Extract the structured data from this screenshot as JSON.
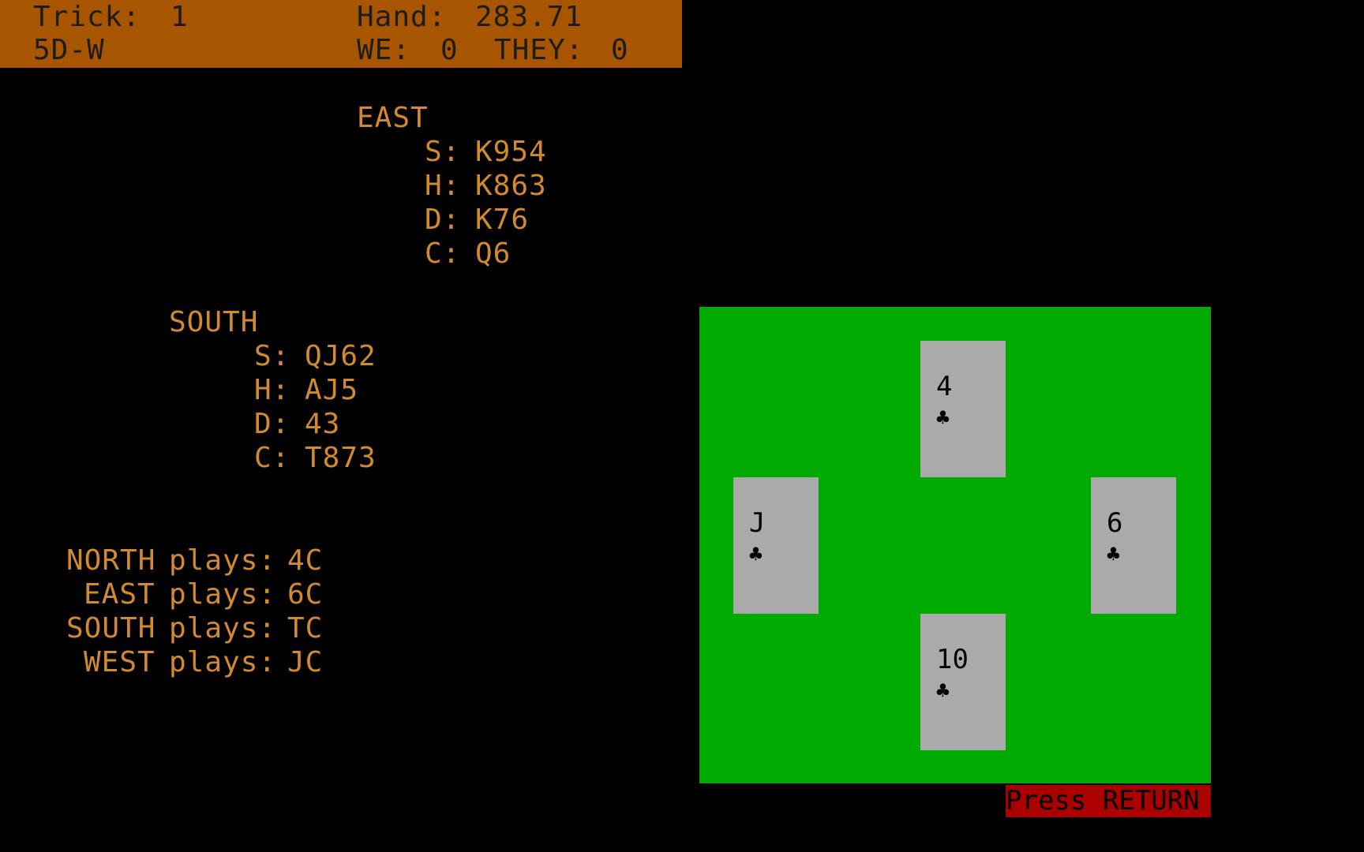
{
  "header": {
    "trick_label": "Trick:",
    "trick_value": "1",
    "contract": "5D-W",
    "hand_label": "Hand:",
    "hand_value": "283.71",
    "we_label": "WE:",
    "we_value": "0",
    "they_label": "THEY:",
    "they_value": "0"
  },
  "east": {
    "name": "EAST",
    "suits": [
      {
        "label": "S:",
        "cards": "K954"
      },
      {
        "label": "H:",
        "cards": "K863"
      },
      {
        "label": "D:",
        "cards": "K76"
      },
      {
        "label": "C:",
        "cards": "Q6"
      }
    ]
  },
  "south": {
    "name": "SOUTH",
    "suits": [
      {
        "label": "S:",
        "cards": "QJ62"
      },
      {
        "label": "H:",
        "cards": "AJ5"
      },
      {
        "label": "D:",
        "cards": "43"
      },
      {
        "label": "C:",
        "cards": "T873"
      }
    ]
  },
  "plays": [
    {
      "player": "NORTH",
      "verb": "plays:",
      "card": "4C"
    },
    {
      "player": "EAST",
      "verb": "plays:",
      "card": "6C"
    },
    {
      "player": "SOUTH",
      "verb": "plays:",
      "card": "TC"
    },
    {
      "player": "WEST",
      "verb": "plays:",
      "card": "JC"
    }
  ],
  "table": {
    "north_card": {
      "rank": "4",
      "suit": "♣"
    },
    "west_card": {
      "rank": "J",
      "suit": "♣"
    },
    "east_card": {
      "rank": "6",
      "suit": "♣"
    },
    "south_card": {
      "rank": "10",
      "suit": "♣"
    }
  },
  "prompt": "Press RETURN",
  "colors": {
    "header_bg": "#a85500",
    "text": "#d28a2f",
    "table_felt": "#00aa00",
    "card": "#aaaaaa",
    "prompt_bg": "#aa0000"
  }
}
